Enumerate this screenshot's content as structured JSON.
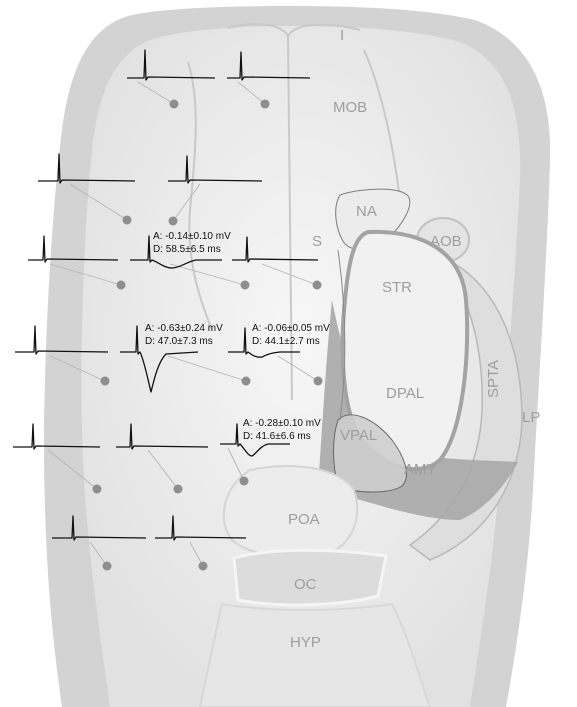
{
  "regions": {
    "olfactory_nerve": "I",
    "main_olfactory_bulb": "MOB",
    "accessory_olfactory_bulb": "AOB",
    "nucleus_accumbens": "NA",
    "septum": "S",
    "striatum": "STR",
    "dorsal_pallium": "DPAL",
    "ventral_pallium": "VPAL",
    "amygdala": "AMY",
    "striatopallial_transition_area": "SPTA",
    "lateral_pallium": "LP",
    "preoptic_area": "POA",
    "optic_chiasm": "OC",
    "hypothalamus": "HYP"
  },
  "measurements": [
    {
      "amplitude": "A: -0.14±0.10 mV",
      "duration": "D: 58.5±6.5 ms"
    },
    {
      "amplitude": "A: -0.63±0.24 mV",
      "duration": "D: 47.0±7.3 ms"
    },
    {
      "amplitude": "A: -0.06±0.05 mV",
      "duration": "D: 44.1±2.7 ms"
    },
    {
      "amplitude": "A: -0.28±0.10 mV",
      "duration": "D: 41.6±6.6 ms"
    }
  ],
  "colors": {
    "brain_fill": "#d3d3d3",
    "brain_inner": "#ececec",
    "region_outline": "#b0b0b0",
    "striatum_outline": "#a7a7a7",
    "amygdala_fill": "#a9a9a9",
    "electrode": "#8e8e8e",
    "trace": "#111111"
  }
}
